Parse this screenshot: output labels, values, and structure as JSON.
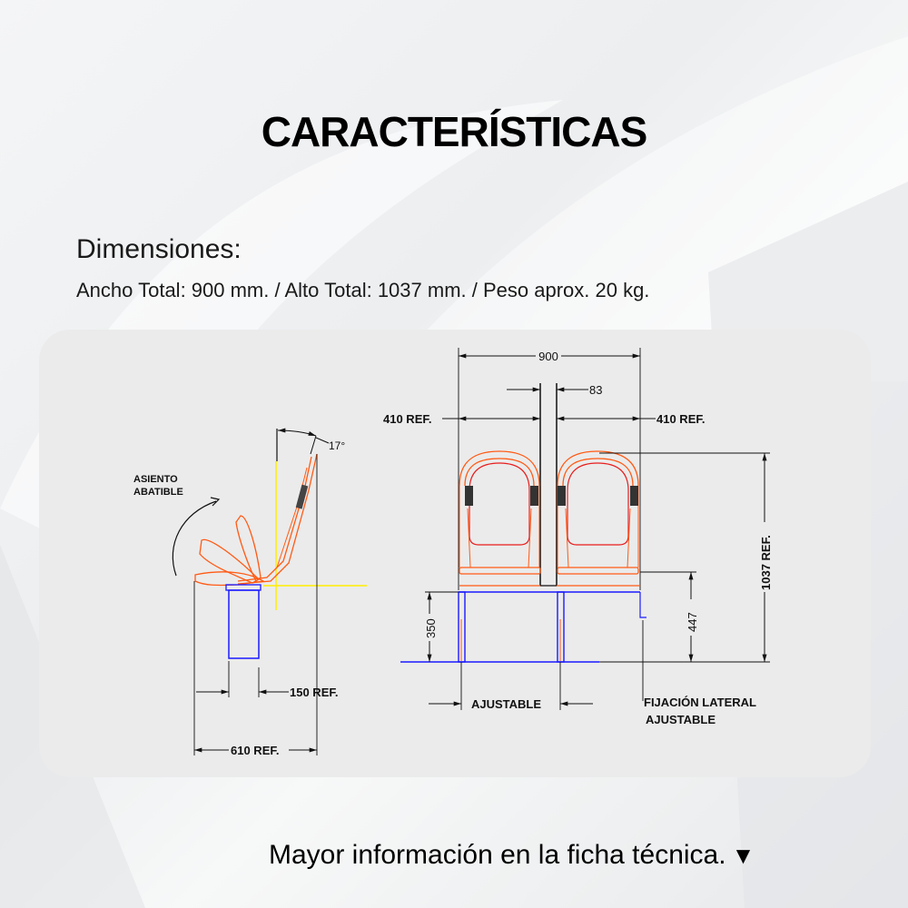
{
  "header": {
    "title": "CARACTERÍSTICAS",
    "subtitle": "Dimensiones:",
    "specs": "Ancho Total: 900 mm. / Alto Total: 1037 mm. / Peso aprox. 20 kg."
  },
  "side_view": {
    "label_line1": "ASIENTO",
    "label_line2": "ABATIBLE",
    "angle": "17°",
    "dim_base": "150 REF.",
    "dim_depth": "610 REF."
  },
  "front_view": {
    "dim_total_width": "900",
    "dim_gap": "83",
    "dim_left_seat": "410 REF.",
    "dim_right_seat": "410 REF.",
    "dim_total_height": "1037 REF.",
    "dim_seat_height": "447",
    "dim_frame_height": "350",
    "label_adjustable": "AJUSTABLE",
    "label_lateral_line1": "FIJACIÓN LATERAL",
    "label_lateral_line2": "AJUSTABLE"
  },
  "colors": {
    "seat_outline": "#ff5a14",
    "seat_inner": "#e81e1e",
    "frame": "#1a1aff",
    "guide": "#ffee00",
    "dimension": "#111111"
  },
  "footer": {
    "text": "Mayor información en la ficha técnica.",
    "arrow_icon": "▼"
  }
}
